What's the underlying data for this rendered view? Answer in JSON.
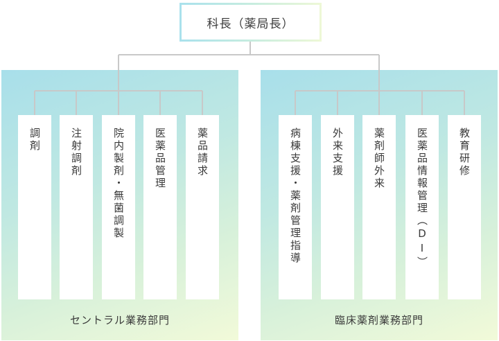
{
  "top": {
    "title": "科長（薬局長）"
  },
  "departments": [
    {
      "label": "セントラル業務部門",
      "sections": [
        {
          "label": "調剤"
        },
        {
          "label": "注射調剤"
        },
        {
          "label": "院内製剤・無菌調製"
        },
        {
          "label": "医薬品管理"
        },
        {
          "label": "薬品請求"
        }
      ]
    },
    {
      "label": "臨床薬剤業務部門",
      "sections": [
        {
          "label": "病棟支援・薬剤管理指導"
        },
        {
          "label": "外来支援"
        },
        {
          "label": "薬剤師外来"
        },
        {
          "label": "医薬品情報管理（DI）"
        },
        {
          "label": "教育研修"
        }
      ]
    }
  ],
  "colors": {
    "gradient_start": "#a8dfea",
    "gradient_end": "#f2fad9",
    "line": "#c8c8c8"
  }
}
